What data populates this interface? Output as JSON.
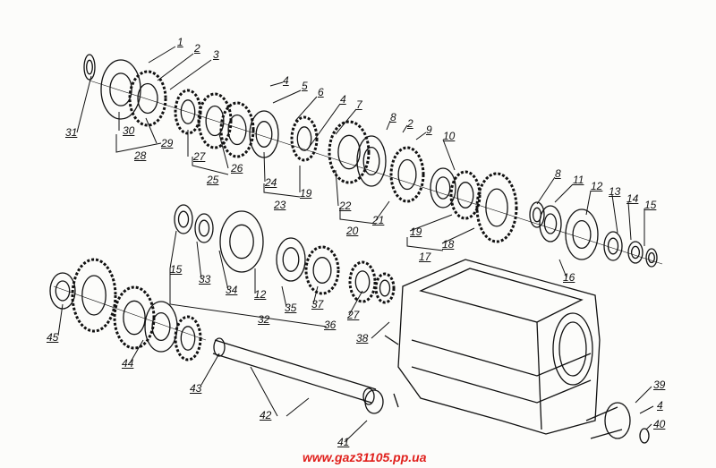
{
  "diagram": {
    "callouts": [
      "1",
      "2",
      "3",
      "4",
      "5",
      "6",
      "4",
      "7",
      "8",
      "2",
      "9",
      "10",
      "31",
      "30",
      "29",
      "28",
      "27",
      "26",
      "25",
      "24",
      "19",
      "23",
      "22",
      "20",
      "21",
      "19",
      "18",
      "17",
      "8",
      "11",
      "12",
      "13",
      "14",
      "15",
      "16",
      "15",
      "33",
      "34",
      "12",
      "35",
      "32",
      "37",
      "36",
      "27",
      "38",
      "45",
      "44",
      "43",
      "42",
      "41",
      "39",
      "4",
      "40"
    ]
  },
  "watermark": "www.gaz31105.pp.ua",
  "colors": {
    "line": "#111111",
    "watermark": "#e0201c"
  }
}
